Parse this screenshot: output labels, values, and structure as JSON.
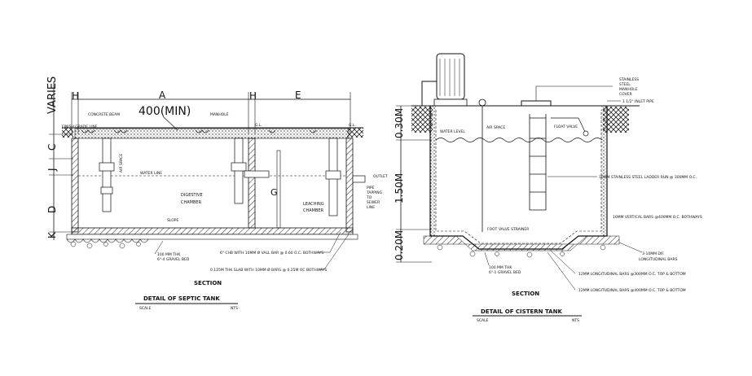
{
  "septic": {
    "dims": {
      "H": "H",
      "A": "A",
      "E": "E",
      "min400": "400(MIN)",
      "varies": "VARIES",
      "C": "C",
      "J": "J",
      "D": "D",
      "K": "K",
      "G": "G"
    },
    "labels": {
      "concrete_beam": "CONCRETE BEAM",
      "manhole": "MANHOLE",
      "gl1": "G.L.",
      "gl2": "G.L.",
      "finish_grade": "FINISH GRADE LINE",
      "water_line": "WATER LINE",
      "air_space": "AIR SPACE",
      "digestive1": "DIGESTIVE",
      "digestive2": "CHAMBER",
      "leaching1": "LEACHING",
      "leaching2": "CHAMBER",
      "slope": "SLOPE",
      "outlet": "OUTLET",
      "pipe1": "PIPE",
      "pipe2": "TAPPING",
      "pipe3": "TO",
      "pipe4": "SEWER",
      "pipe5": "LINE",
      "gravel1": "100 MM THK",
      "gravel2": "6\"-4 GRAVEL BED",
      "wall_note": "6\" CHB WITH 10MM Ø VALL BAR @ 0.60 O.C. BOTHWAYS",
      "slab_note": "0.125M THK SLAB WITH 10MM Ø BARS @ 0.25M OC BOTHWAYS"
    },
    "title": {
      "section": "SECTION",
      "detail": "DETAIL OF SEPTIC TANK",
      "scale": "SCALE",
      "nts": "NTS"
    }
  },
  "cistern": {
    "dims": {
      "d030": "0.30M",
      "d150": "1.50M",
      "d020": "0.20M"
    },
    "labels": {
      "manhole1": "STAINLESS",
      "manhole2": "STEEL",
      "manhole3": "MANHOLE",
      "manhole4": "COVER",
      "inlet": "1 1/2\" INLET PIPE",
      "float_valve": "FLOAT VALVE",
      "air_space": "AIR SPACE",
      "water_level": "WATER LEVEL",
      "ladder": "16MM STAINLESS STEEL LADDER RUN @ 300MM O.C.",
      "vertical_bars": "16MM VERTICAL BARS @400MM O.C. BOTHWAYS",
      "foot_valve": "FOOT VALVE STRAINER",
      "tie1": "3-10MM DIF.",
      "tie2": "LONGITUDINAL BARS",
      "gravel1": "100 MM THK",
      "gravel2": "6\"-1 GRAVEL BED",
      "long1": "12MM LONGITUDINAL BARS @300MM O.C. TOP & BOTTOM",
      "long2": "12MM LONGITUDINAL BARS @400MM O.C. TOP & BOTTOM"
    },
    "title": {
      "section": "SECTION",
      "detail": "DETAIL OF CISTERN TANK",
      "scale": "SCALE",
      "nts": "NTS"
    }
  }
}
